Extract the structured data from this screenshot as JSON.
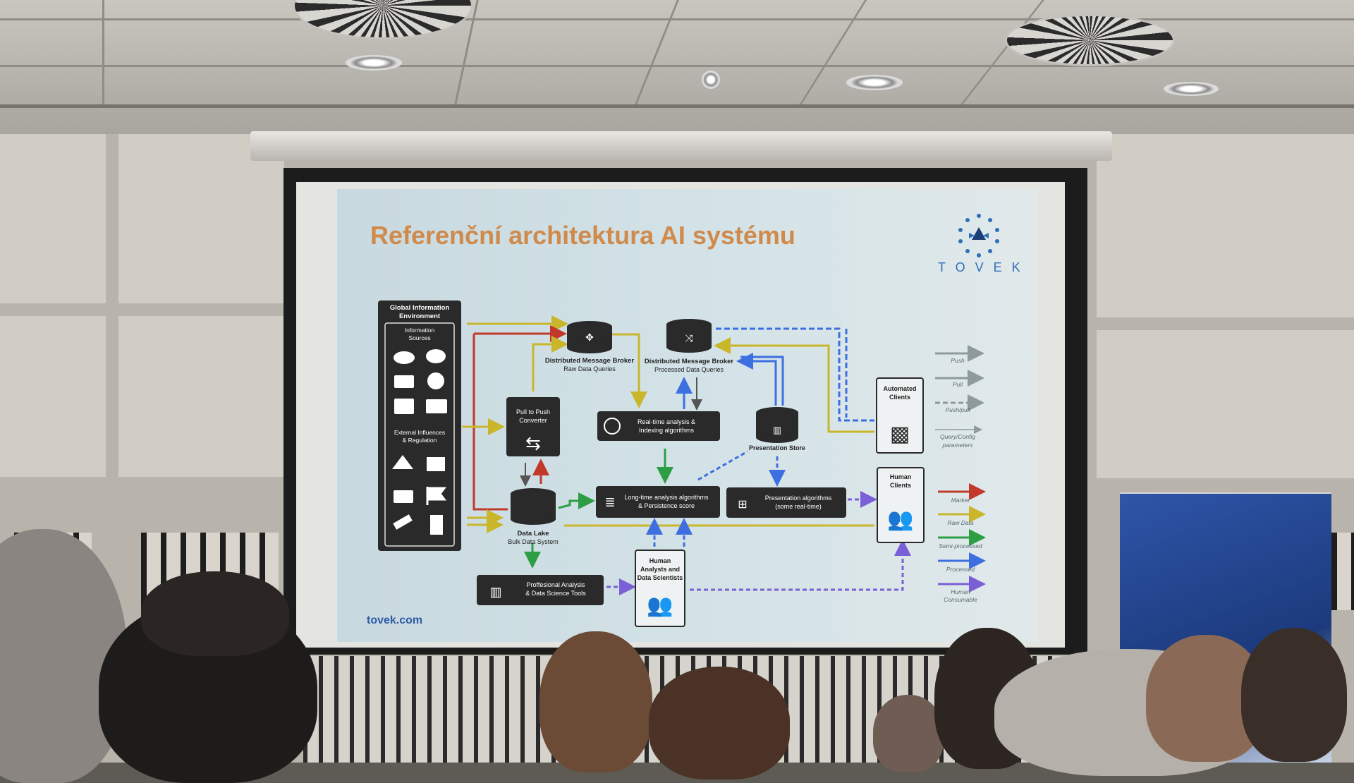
{
  "slide": {
    "title": "Referenční architektura AI systému",
    "logo_text": "TOVEK",
    "footer_url": "tovek.com"
  },
  "diagram": {
    "global_info": {
      "title_1": "Global Information",
      "title_2": "Environment",
      "info_1": "Information",
      "info_2": "Sources",
      "ext_1": "External Influences",
      "ext_2": "& Regulation"
    },
    "broker_raw": {
      "title": "Distributed Message Broker",
      "subtitle": "Raw Data Queries"
    },
    "broker_processed": {
      "title": "Distributed Message Broker",
      "subtitle": "Processed Data Queries"
    },
    "pull_push": {
      "line_1": "Pull to Push",
      "line_2": "Converter"
    },
    "realtime": {
      "line_1": "Real-time analysis &",
      "line_2": "Indexing algorithms"
    },
    "presentation_store": "Presentation Store",
    "longtime": {
      "line_1": "Long-time analysis algorithms",
      "line_2": "& Persistence score"
    },
    "presentation_algos": {
      "line_1": "Presentation algorithms",
      "line_2": "(some real-time)"
    },
    "data_lake": {
      "title": "Data Lake",
      "subtitle": "Bulk Data System"
    },
    "pro_tools": {
      "line_1": "Proffesional Analysis",
      "line_2": "& Data Science Tools"
    },
    "human_analysts": {
      "line_1": "Human",
      "line_2": "Analysts and",
      "line_3": "Data Scientists"
    },
    "automated_clients": {
      "line_1": "Automated",
      "line_2": "Clients"
    },
    "human_clients": {
      "line_1": "Human",
      "line_2": "Clients"
    }
  },
  "legend": {
    "push": "Push",
    "pull": "Pull",
    "push_pull": "Push/pull",
    "query_1": "Query/Config",
    "query_2": "parameters",
    "marker": "Marker",
    "raw_data": "Raw Data",
    "semi_processed": "Semi-processed",
    "processed": "Processed",
    "human_1": "Human",
    "human_2": "Consumable"
  },
  "colors": {
    "marker": "#c0392b",
    "raw_data": "#c9b62b",
    "semi_processed": "#2e9e45",
    "processed": "#3d6fe0",
    "human_consumable": "#7a5fd6",
    "title": "#cf8a4c",
    "logo": "#2f6fb7",
    "box": "#2a2a2a"
  }
}
